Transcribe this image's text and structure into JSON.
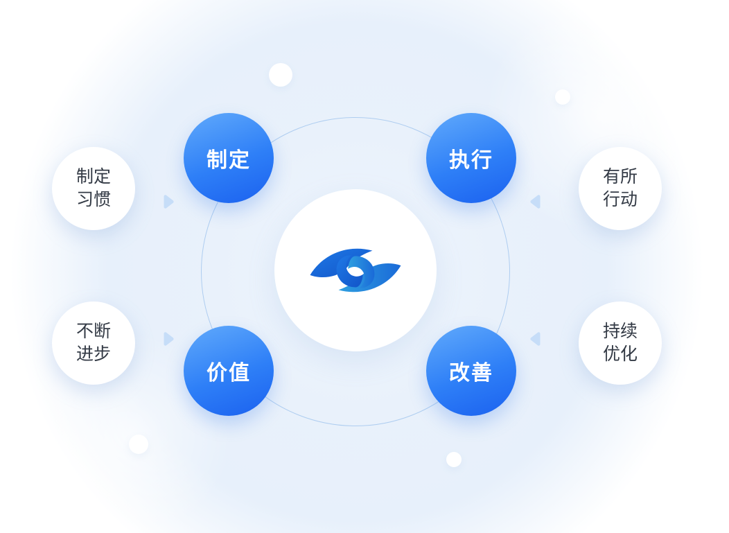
{
  "diagram": {
    "title": "continuous-improvement-cycle",
    "center_logo": "vortex-eye-logo",
    "nodes": [
      {
        "label": "制定",
        "position": "top-left"
      },
      {
        "label": "执行",
        "position": "top-right"
      },
      {
        "label": "价值",
        "position": "bottom-left"
      },
      {
        "label": "改善",
        "position": "bottom-right"
      }
    ],
    "satellites": [
      {
        "line1": "制定",
        "line2": "习惯",
        "position": "left-top"
      },
      {
        "line1": "不断",
        "line2": "进步",
        "position": "left-bottom"
      },
      {
        "line1": "有所",
        "line2": "行动",
        "position": "right-top"
      },
      {
        "line1": "持续",
        "line2": "优化",
        "position": "right-bottom"
      }
    ],
    "colors": {
      "node_gradient_start": "#61aafb",
      "node_gradient_end": "#1b61ef",
      "node_text": "#ffffff",
      "satellite_text": "#333a45",
      "ring_stroke": "#aecdf0",
      "background_tint": "#e9f1fb",
      "arrow": "#c6ddf8",
      "logo_blue_dark": "#1254c8",
      "logo_blue_light": "#2f9fe0"
    }
  }
}
